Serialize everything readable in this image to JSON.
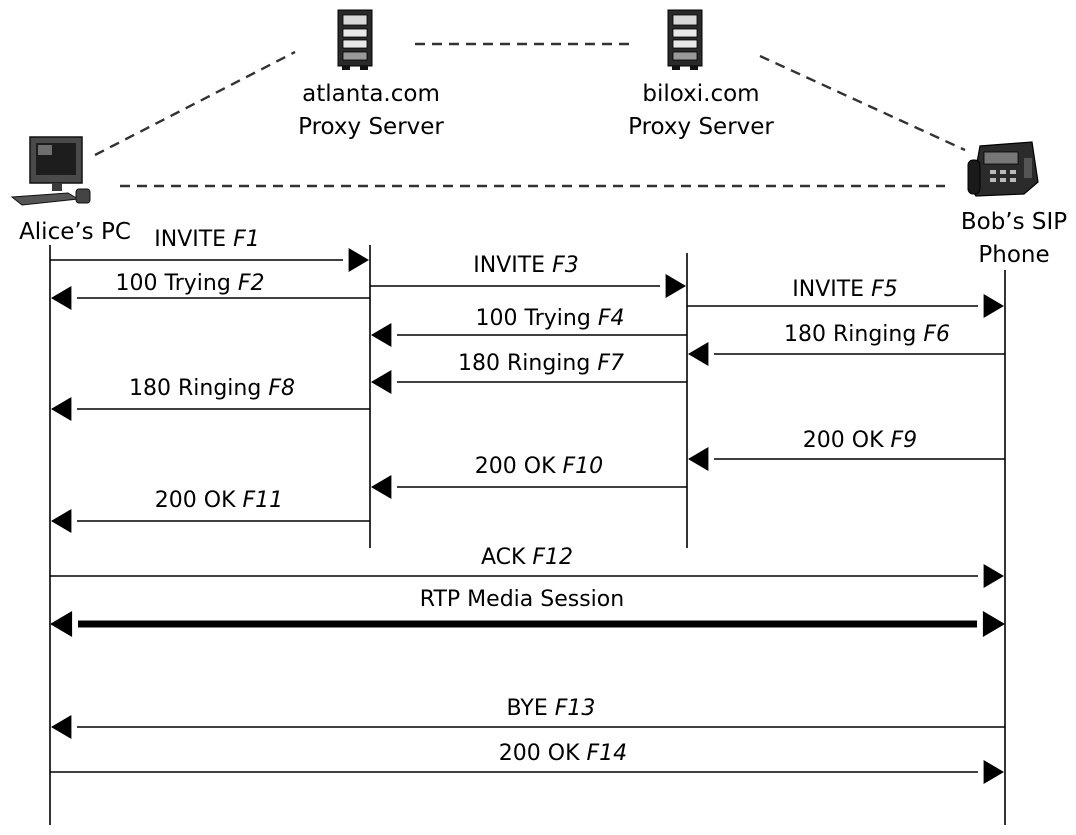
{
  "entities": {
    "alice": {
      "label_lines": [
        "Alice’s PC"
      ],
      "icon": "desktop-pc-icon"
    },
    "atlanta": {
      "label_lines": [
        "atlanta.com",
        "Proxy Server"
      ],
      "icon": "server-icon"
    },
    "biloxi": {
      "label_lines": [
        "biloxi.com",
        "Proxy Server"
      ],
      "icon": "server-icon"
    },
    "bob": {
      "label_lines": [
        "Bob’s SIP",
        "Phone"
      ],
      "icon": "sip-phone-icon"
    }
  },
  "messages": [
    {
      "from": "alice",
      "to": "atlanta",
      "name": "INVITE",
      "id": "F1"
    },
    {
      "from": "atlanta",
      "to": "alice",
      "name": "100 Trying",
      "id": "F2"
    },
    {
      "from": "atlanta",
      "to": "biloxi",
      "name": "INVITE",
      "id": "F3"
    },
    {
      "from": "biloxi",
      "to": "atlanta",
      "name": "100 Trying",
      "id": "F4"
    },
    {
      "from": "biloxi",
      "to": "bob",
      "name": "INVITE",
      "id": "F5"
    },
    {
      "from": "bob",
      "to": "biloxi",
      "name": "180 Ringing",
      "id": "F6"
    },
    {
      "from": "biloxi",
      "to": "atlanta",
      "name": "180 Ringing",
      "id": "F7"
    },
    {
      "from": "atlanta",
      "to": "alice",
      "name": "180 Ringing",
      "id": "F8"
    },
    {
      "from": "bob",
      "to": "biloxi",
      "name": "200 OK",
      "id": "F9"
    },
    {
      "from": "biloxi",
      "to": "atlanta",
      "name": "200 OK",
      "id": "F10"
    },
    {
      "from": "atlanta",
      "to": "alice",
      "name": "200 OK",
      "id": "F11"
    },
    {
      "from": "alice",
      "to": "bob",
      "name": "ACK",
      "id": "F12"
    },
    {
      "from": "alice",
      "to": "bob",
      "name": "RTP Media Session",
      "id": "",
      "bidirectional": true,
      "bold": true
    },
    {
      "from": "bob",
      "to": "alice",
      "name": "BYE",
      "id": "F13"
    },
    {
      "from": "alice",
      "to": "bob",
      "name": "200 OK",
      "id": "F14"
    }
  ],
  "colors": {
    "line": "#000000",
    "dashed_link": "#333333",
    "background": "#ffffff"
  }
}
